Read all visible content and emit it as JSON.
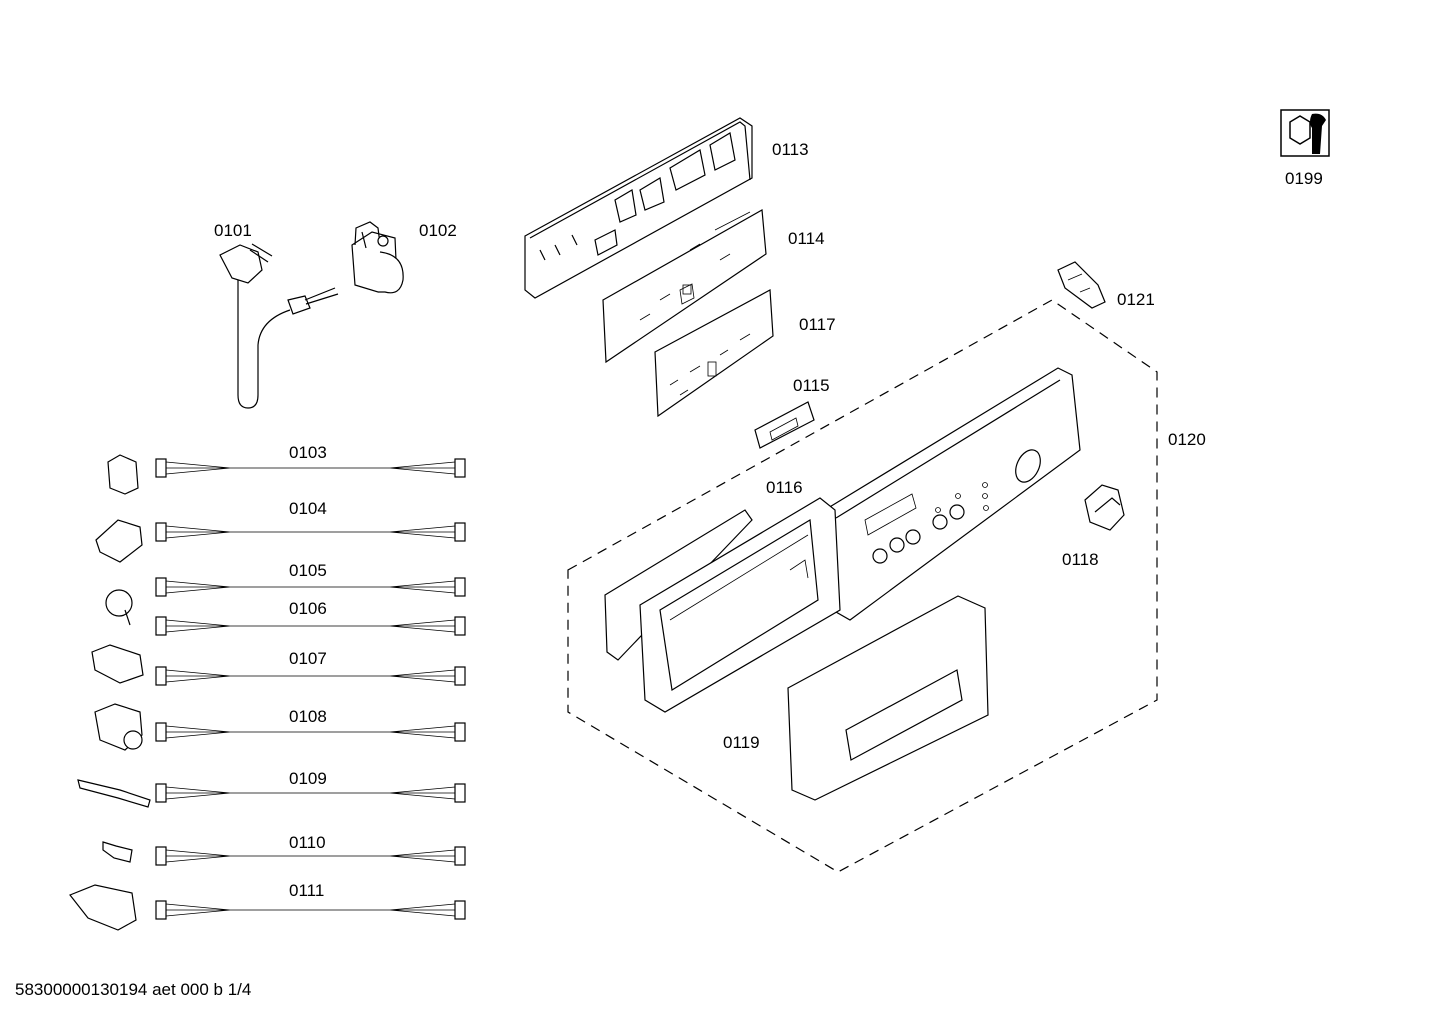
{
  "footer": {
    "doc_code": "58300000130194 aet 000 b 1/4"
  },
  "parts": {
    "p0101": "0101",
    "p0102": "0102",
    "p0103": "0103",
    "p0104": "0104",
    "p0105": "0105",
    "p0106": "0106",
    "p0107": "0107",
    "p0108": "0108",
    "p0109": "0109",
    "p0110": "0110",
    "p0111": "0111",
    "p0113": "0113",
    "p0114": "0114",
    "p0115": "0115",
    "p0116": "0116",
    "p0117": "0117",
    "p0118": "0118",
    "p0119": "0119",
    "p0120": "0120",
    "p0121": "0121",
    "p0199": "0199"
  }
}
